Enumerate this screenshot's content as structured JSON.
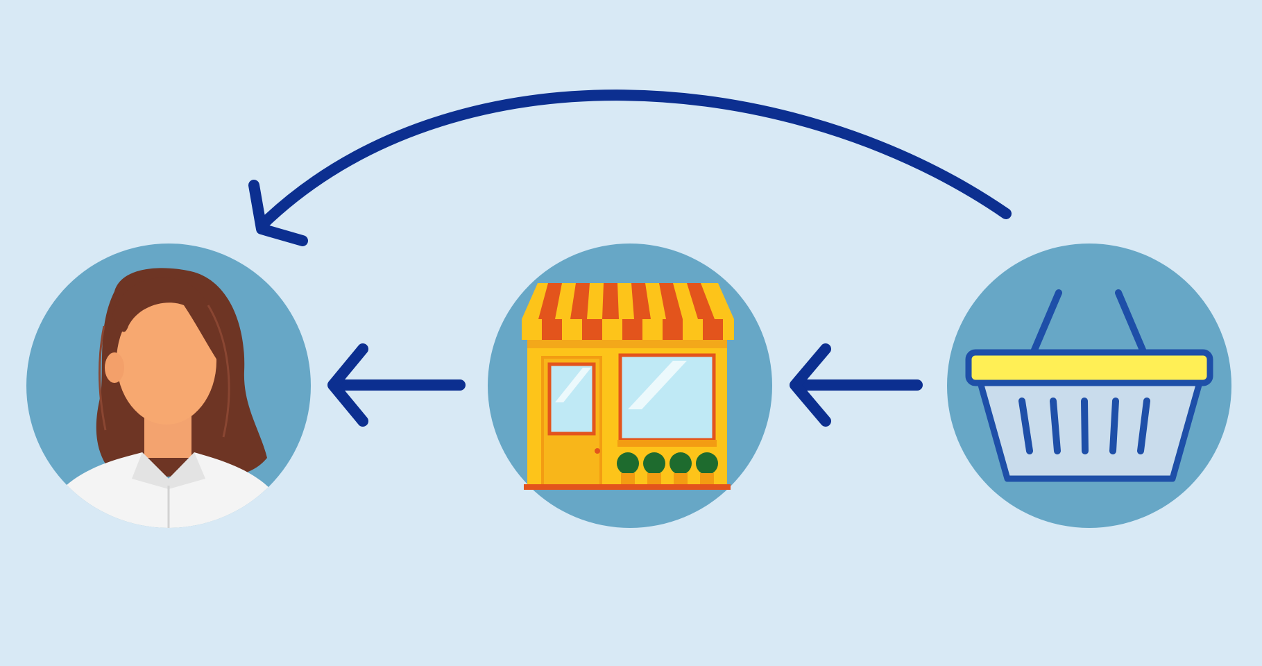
{
  "diagram": {
    "background_color": "#d8e9f5",
    "circle_color": "#67a7c6",
    "arrow_color": "#0c2f90",
    "nodes": [
      {
        "id": "customer",
        "icon": "person-icon"
      },
      {
        "id": "store",
        "icon": "storefront-icon"
      },
      {
        "id": "products",
        "icon": "shopping-basket-icon"
      }
    ],
    "edges": [
      {
        "from": "products",
        "to": "store",
        "style": "straight"
      },
      {
        "from": "store",
        "to": "customer",
        "style": "straight"
      },
      {
        "from": "products",
        "to": "customer",
        "style": "curved"
      }
    ]
  }
}
